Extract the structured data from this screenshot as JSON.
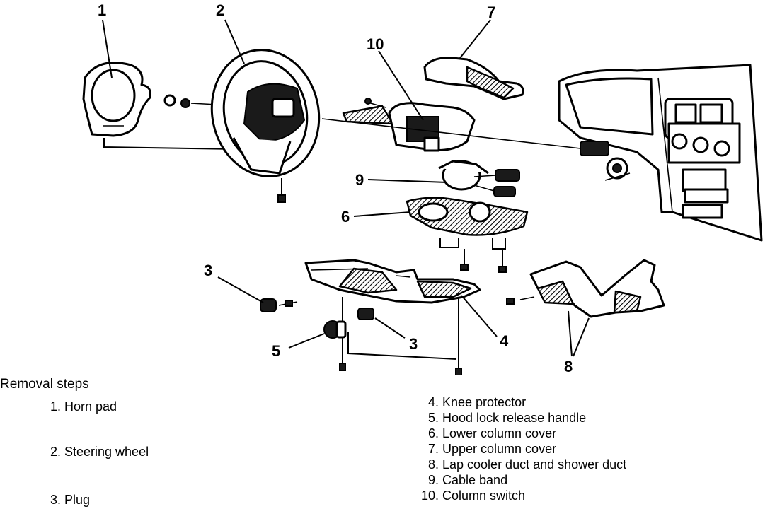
{
  "callouts": {
    "c1": "1",
    "c2": "2",
    "c3a": "3",
    "c3b": "3",
    "c4": "4",
    "c5": "5",
    "c6": "6",
    "c7": "7",
    "c8": "8",
    "c9": "9",
    "c10": "10"
  },
  "legend": {
    "heading": "Removal steps",
    "steps_left": [
      {
        "num": "1.",
        "label": "Horn pad"
      },
      {
        "num": "2.",
        "label": "Steering wheel"
      },
      {
        "num": "3.",
        "label": "Plug"
      }
    ],
    "steps_right": [
      {
        "num": "4.",
        "label": "Knee protector"
      },
      {
        "num": "5.",
        "label": "Hood lock release handle"
      },
      {
        "num": "6.",
        "label": "Lower column cover"
      },
      {
        "num": "7.",
        "label": "Upper column cover"
      },
      {
        "num": "8.",
        "label": "Lap cooler duct and shower duct"
      },
      {
        "num": "9.",
        "label": "Cable band"
      },
      {
        "num": "10.",
        "label": "Column switch"
      }
    ]
  }
}
